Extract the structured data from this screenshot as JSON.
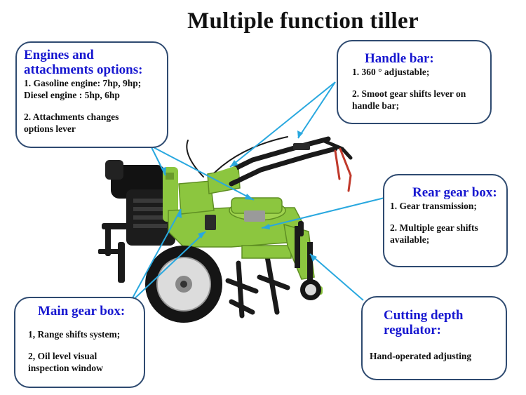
{
  "title": "Multiple function tiller",
  "callouts": {
    "engines": {
      "heading": "Engines and\nattachments options:",
      "line1": "1.  Gasoline engine:  7hp, 9hp;\nDiesel engine :  5hp, 6hp",
      "line2": "2.  Attachments changes\noptions lever"
    },
    "handle": {
      "heading": "Handle bar:",
      "line1": "1.    360 °  adjustable;",
      "line2": "2.  Smoot gear shifts lever on\nhandle bar;"
    },
    "rear": {
      "heading": "Rear gear box:",
      "line1": "1.    Gear transmission;",
      "line2": "2.  Multiple gear shifts\navailable;"
    },
    "main": {
      "heading": "Main gear box:",
      "line1": "1,  Range shifts system;",
      "line2": "2,  Oil level visual\ninspection  window"
    },
    "depth": {
      "heading": "Cutting depth\nregulator:",
      "line1": "Hand-operated adjusting"
    }
  },
  "colors": {
    "heading": "#1717d0",
    "border": "#2e4a70",
    "leader": "#29a8df",
    "body_green": "#8cc63f",
    "dark": "#1a1a1a"
  }
}
